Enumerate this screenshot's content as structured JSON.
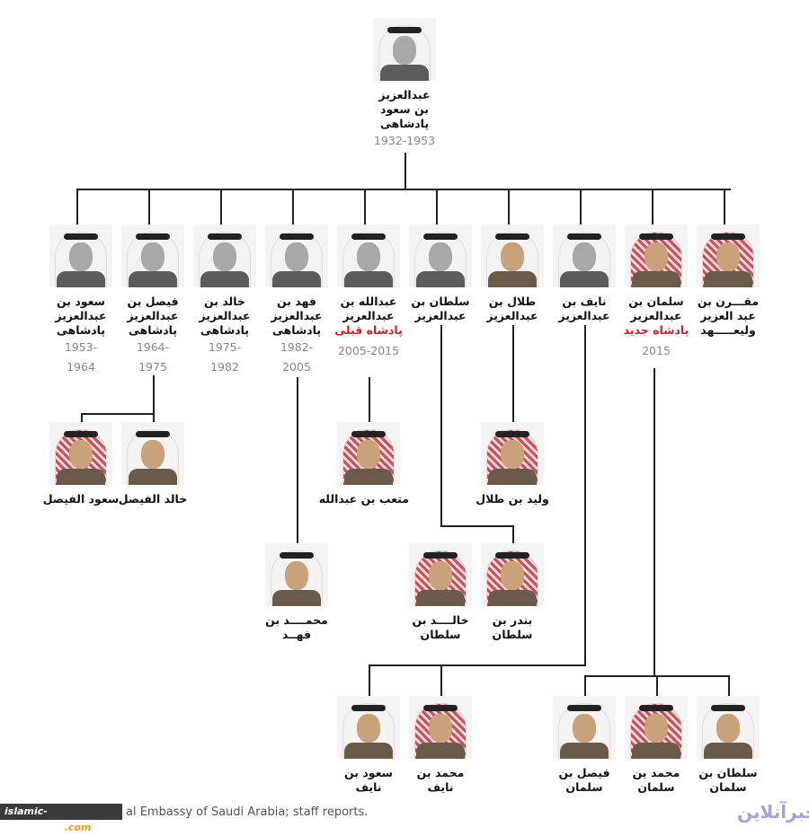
{
  "root": {
    "id": "abdulaziz",
    "lines": [
      "عبدالعزیز",
      "بن سعود",
      "پادشاهی"
    ],
    "years": "1932-1953",
    "photo": "grayscale"
  },
  "sons": [
    {
      "id": "saud",
      "lines": [
        "سعود بن",
        "عبدالعزیز",
        "پادشاهی"
      ],
      "years": [
        "1953-",
        "1964"
      ],
      "photo": "grayscale"
    },
    {
      "id": "faisal",
      "lines": [
        "فیصل بن",
        "عبدالعزیز",
        "پادشاهی"
      ],
      "years": [
        "1964-",
        "1975"
      ],
      "photo": "grayscale"
    },
    {
      "id": "khalid",
      "lines": [
        "خالد بن",
        "عبدالعزیز",
        "پادشاهی"
      ],
      "years": [
        "1975-",
        "1982"
      ],
      "photo": "grayscale"
    },
    {
      "id": "fahd",
      "lines": [
        "فهد بن",
        "عبدالعزیز",
        "پادشاهی"
      ],
      "years": [
        "1982-",
        "2005"
      ],
      "photo": "grayscale"
    },
    {
      "id": "abdullah",
      "lines": [
        "عبدالله بن",
        "عبدالعزیز"
      ],
      "red_title": "پادشاه قبلی",
      "years": [
        "2005-2015"
      ],
      "photo": "grayscale"
    },
    {
      "id": "sultan",
      "lines": [
        "سلطان بن",
        "عبدالعزیز"
      ],
      "photo": "grayscale"
    },
    {
      "id": "talal",
      "lines": [
        "طلال بن",
        "عبدالعزیز"
      ],
      "photo": "color-white"
    },
    {
      "id": "nayef",
      "lines": [
        "نایف بن",
        "عبدالعزیز"
      ],
      "photo": "grayscale"
    },
    {
      "id": "salman",
      "lines": [
        "سلمان بن",
        "عبدالعزیز"
      ],
      "red_title": "پادشاه جدید",
      "years": [
        "2015"
      ],
      "photo": "color-red"
    },
    {
      "id": "muqrin",
      "lines": [
        "مقـــرن بن",
        "عبد العزیز",
        "ولیعـــــهد"
      ],
      "photo": "color-red"
    }
  ],
  "grandsons": [
    {
      "id": "saud-al-faisal",
      "parent": "faisal",
      "lines": [
        "سعود الفیصل"
      ],
      "photo": "color-red"
    },
    {
      "id": "khalid-al-faisal",
      "parent": "faisal",
      "lines": [
        "خالد الفیصل"
      ],
      "photo": "color-white"
    },
    {
      "id": "miteb",
      "parent": "abdullah",
      "lines": [
        "متعب بن عبدالله"
      ],
      "photo": "color-red"
    },
    {
      "id": "walid",
      "parent": "talal",
      "lines": [
        "ولید بن طلال"
      ],
      "photo": "color-red"
    },
    {
      "id": "mohammed-bin-fahd",
      "parent": "fahd",
      "lines": [
        "محمــــد بن",
        "فهــد"
      ],
      "photo": "color-white"
    },
    {
      "id": "khalid-bin-sultan",
      "parent": "sultan",
      "lines": [
        "خالــــد بن",
        "سلطان"
      ],
      "photo": "color-red"
    },
    {
      "id": "bandar",
      "parent": "sultan",
      "lines": [
        "بندر بن",
        "سلطان"
      ],
      "photo": "color-red"
    },
    {
      "id": "saud-bin-nayef",
      "parent": "nayef",
      "lines": [
        "سعود بن",
        "نایف"
      ],
      "photo": "color-white"
    },
    {
      "id": "mohammed-bin-nayef",
      "parent": "nayef",
      "lines": [
        "محمد بن",
        "نایف"
      ],
      "photo": "color-red"
    },
    {
      "id": "faisal-bin-salman",
      "parent": "salman",
      "lines": [
        "فیصل بن",
        "سلمان"
      ],
      "photo": "color-white"
    },
    {
      "id": "mohammed-bin-salman",
      "parent": "salman",
      "lines": [
        "محمد بن",
        "سلمان"
      ],
      "photo": "color-red"
    },
    {
      "id": "sultan-bin-salman",
      "parent": "salman",
      "lines": [
        "سلطان بن",
        "سلمان"
      ],
      "photo": "color-white"
    }
  ],
  "footer": {
    "source": "al Embassy of Saudi Arabia; staff reports.",
    "watermark_text": "islamic-awakening",
    "watermark_tld": ".com",
    "logo": "خبرآنلاین"
  },
  "colors": {
    "red_title": "#c8202a",
    "years": "#888888",
    "lines": "#222222",
    "keffiyeh_red": "#c9505c"
  }
}
